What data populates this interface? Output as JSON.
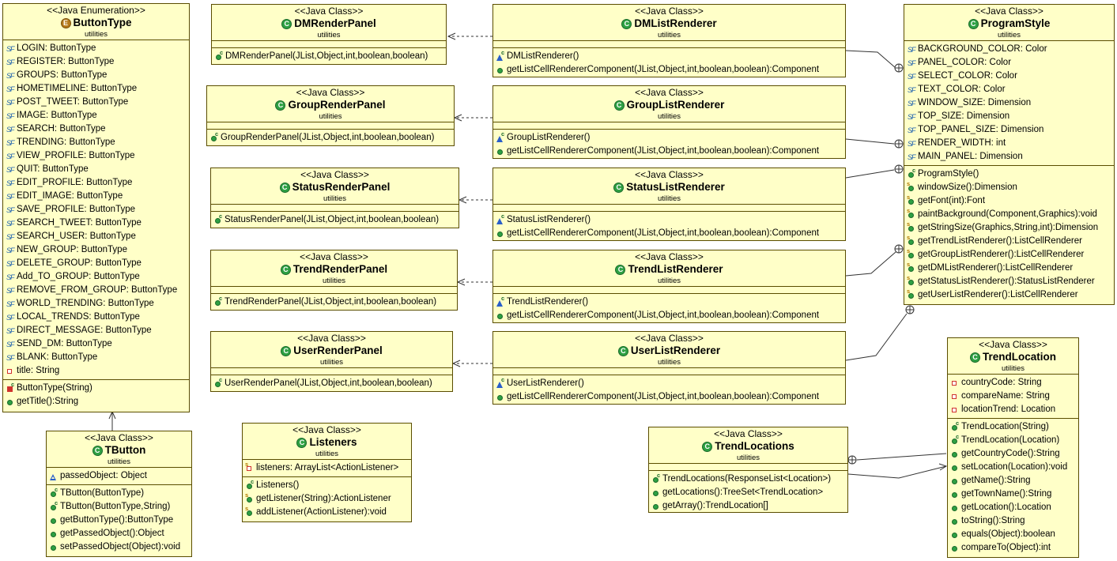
{
  "colors": {
    "box_fill": "#ffffc8",
    "box_border": "#5a4d00",
    "public": "#2ea043",
    "private": "#d0322d",
    "protected": "#2a5fc9"
  },
  "classes": {
    "buttontype": {
      "stereotype": "<<Java Enumeration>>",
      "name": "ButtonType",
      "package": "utilities",
      "kind_icon": "enum-icon",
      "fields": [
        "LOGIN: ButtonType",
        "REGISTER: ButtonType",
        "GROUPS: ButtonType",
        "HOMETIMELINE: ButtonType",
        "POST_TWEET: ButtonType",
        "IMAGE: ButtonType",
        "SEARCH: ButtonType",
        "TRENDING: ButtonType",
        "VIEW_PROFILE: ButtonType",
        "QUIT: ButtonType",
        "EDIT_PROFILE: ButtonType",
        "EDIT_IMAGE: ButtonType",
        "SAVE_PROFILE: ButtonType",
        "SEARCH_TWEET: ButtonType",
        "SEARCH_USER: ButtonType",
        "NEW_GROUP: ButtonType",
        "DELETE_GROUP: ButtonType",
        "Add_TO_GROUP: ButtonType",
        "REMOVE_FROM_GROUP: ButtonType",
        "WORLD_TRENDING: ButtonType",
        "LOCAL_TRENDS: ButtonType",
        "DIRECT_MESSAGE: ButtonType",
        "SEND_DM: ButtonType",
        "BLANK: ButtonType",
        "title: String"
      ],
      "methods": [
        "ButtonType(String)",
        "getTitle():String"
      ]
    },
    "tbutton": {
      "stereotype": "<<Java Class>>",
      "name": "TButton",
      "package": "utilities",
      "kind_icon": "class-icon",
      "fields": [
        "passedObject: Object"
      ],
      "methods": [
        "TButton(ButtonType)",
        "TButton(ButtonType,String)",
        "getButtonType():ButtonType",
        "getPassedObject():Object",
        "setPassedObject(Object):void"
      ]
    },
    "dmrenderpanel": {
      "stereotype": "<<Java Class>>",
      "name": "DMRenderPanel",
      "package": "utilities",
      "kind_icon": "class-icon",
      "methods": [
        "DMRenderPanel(JList,Object,int,boolean,boolean)"
      ]
    },
    "grouprenderpanel": {
      "stereotype": "<<Java Class>>",
      "name": "GroupRenderPanel",
      "package": "utilities",
      "kind_icon": "class-icon",
      "methods": [
        "GroupRenderPanel(JList,Object,int,boolean,boolean)"
      ]
    },
    "statusrenderpanel": {
      "stereotype": "<<Java Class>>",
      "name": "StatusRenderPanel",
      "package": "utilities",
      "kind_icon": "class-icon",
      "methods": [
        "StatusRenderPanel(JList,Object,int,boolean,boolean)"
      ]
    },
    "trendrenderpanel": {
      "stereotype": "<<Java Class>>",
      "name": "TrendRenderPanel",
      "package": "utilities",
      "kind_icon": "class-icon",
      "methods": [
        "TrendRenderPanel(JList,Object,int,boolean,boolean)"
      ]
    },
    "userrenderpanel": {
      "stereotype": "<<Java Class>>",
      "name": "UserRenderPanel",
      "package": "utilities",
      "kind_icon": "class-icon",
      "methods": [
        "UserRenderPanel(JList,Object,int,boolean,boolean)"
      ]
    },
    "dmlistrenderer": {
      "stereotype": "<<Java Class>>",
      "name": "DMListRenderer",
      "package": "utilities",
      "kind_icon": "class-icon",
      "methods": [
        "DMListRenderer()",
        "getListCellRendererComponent(JList,Object,int,boolean,boolean):Component"
      ]
    },
    "grouplistrenderer": {
      "stereotype": "<<Java Class>>",
      "name": "GroupListRenderer",
      "package": "utilities",
      "kind_icon": "class-icon",
      "methods": [
        "GroupListRenderer()",
        "getListCellRendererComponent(JList,Object,int,boolean,boolean):Component"
      ]
    },
    "statuslistrenderer": {
      "stereotype": "<<Java Class>>",
      "name": "StatusListRenderer",
      "package": "utilities",
      "kind_icon": "class-icon",
      "methods": [
        "StatusListRenderer()",
        "getListCellRendererComponent(JList,Object,int,boolean,boolean):Component"
      ]
    },
    "trendlistrenderer": {
      "stereotype": "<<Java Class>>",
      "name": "TrendListRenderer",
      "package": "utilities",
      "kind_icon": "class-icon",
      "methods": [
        "TrendListRenderer()",
        "getListCellRendererComponent(JList,Object,int,boolean,boolean):Component"
      ]
    },
    "userlistrenderer": {
      "stereotype": "<<Java Class>>",
      "name": "UserListRenderer",
      "package": "utilities",
      "kind_icon": "class-icon",
      "methods": [
        "UserListRenderer()",
        "getListCellRendererComponent(JList,Object,int,boolean,boolean):Component"
      ]
    },
    "listeners": {
      "stereotype": "<<Java Class>>",
      "name": "Listeners",
      "package": "utilities",
      "kind_icon": "class-icon",
      "fields": [
        "listeners: ArrayList<ActionListener>"
      ],
      "methods": [
        "Listeners()",
        "getListener(String):ActionListener",
        "addListener(ActionListener):void"
      ]
    },
    "programstyle": {
      "stereotype": "<<Java Class>>",
      "name": "ProgramStyle",
      "package": "utilities",
      "kind_icon": "class-icon",
      "fields": [
        "BACKGROUND_COLOR: Color",
        "PANEL_COLOR: Color",
        "SELECT_COLOR: Color",
        "TEXT_COLOR: Color",
        "WINDOW_SIZE: Dimension",
        "TOP_SIZE: Dimension",
        "TOP_PANEL_SIZE: Dimension",
        "RENDER_WIDTH: int",
        "MAIN_PANEL: Dimension"
      ],
      "methods": [
        "ProgramStyle()",
        "windowSize():Dimension",
        "getFont(int):Font",
        "paintBackground(Component,Graphics):void",
        "getStringSize(Graphics,String,int):Dimension",
        "getTrendListRenderer():ListCellRenderer",
        "getGroupListRenderer():ListCellRenderer",
        "getDMListRenderer():ListCellRenderer",
        "getStatusListRenderer():StatusListRenderer",
        "getUserListRenderer():ListCellRenderer"
      ]
    },
    "trendlocations": {
      "stereotype": "<<Java Class>>",
      "name": "TrendLocations",
      "package": "utilities",
      "kind_icon": "class-icon",
      "methods": [
        "TrendLocations(ResponseList<Location>)",
        "getLocations():TreeSet<TrendLocation>",
        "getArray():TrendLocation[]"
      ]
    },
    "trendlocation": {
      "stereotype": "<<Java Class>>",
      "name": "TrendLocation",
      "package": "utilities",
      "kind_icon": "class-icon",
      "fields": [
        "countryCode: String",
        "compareName: String",
        "locationTrend: Location"
      ],
      "methods": [
        "TrendLocation(String)",
        "TrendLocation(Location)",
        "getCountryCode():String",
        "setLocation(Location):void",
        "getName():String",
        "getTownName():String",
        "getLocation():Location",
        "toString():String",
        "equals(Object):boolean",
        "compareTo(Object):int"
      ]
    }
  }
}
